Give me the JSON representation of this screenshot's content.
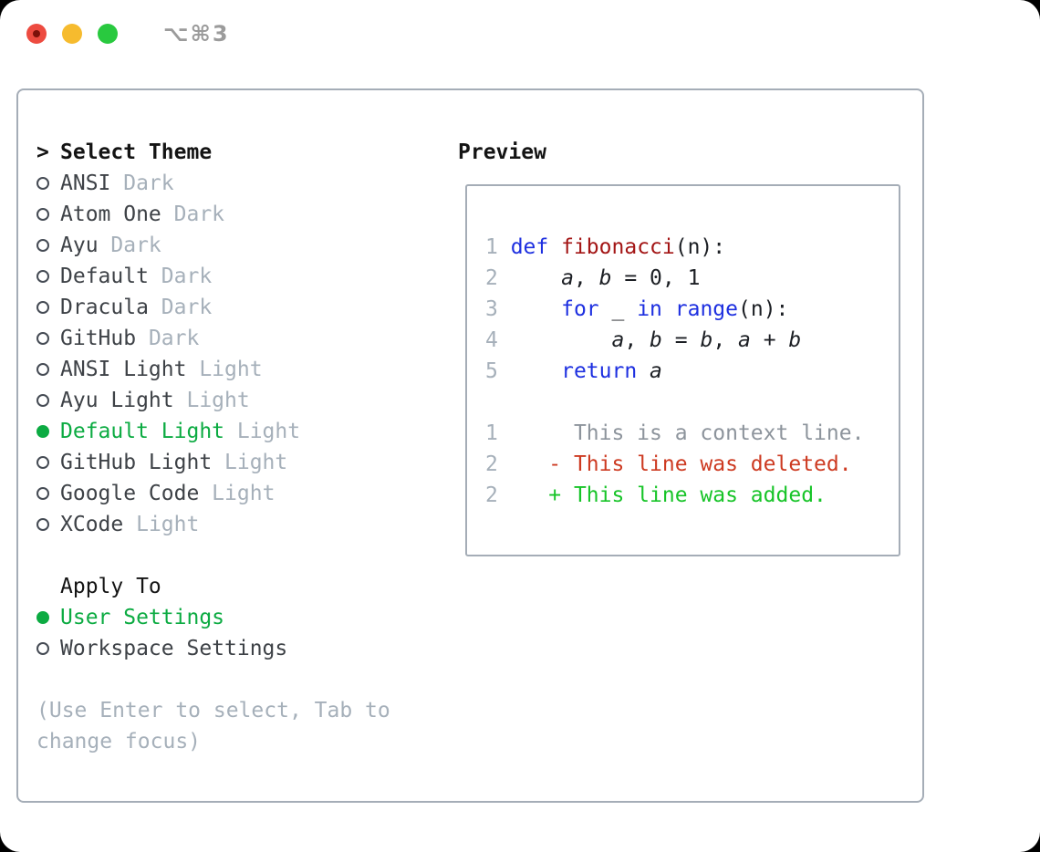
{
  "titlebar": {
    "shortcut": "⌥⌘3"
  },
  "colors": {
    "accent_green": "#0cab42",
    "diff_added_green": "#17c428",
    "diff_deleted_red": "#cd3a21",
    "keyword_blue": "#1d2fe0",
    "function_red": "#a31515",
    "muted_gray": "#a6b0ba",
    "context_gray": "#8d949c",
    "text_dark": "#3e4247",
    "heading_black": "#141414",
    "border_gray": "#a5adb7",
    "traffic_red": "#ed4b40",
    "traffic_yellow": "#f6bb2e",
    "traffic_green": "#29c93f",
    "shortcut_gray": "#9b9b9b"
  },
  "left": {
    "header": {
      "marker": ">",
      "label": "Select Theme"
    },
    "themes": [
      {
        "name": "ANSI",
        "tag": " Dark",
        "selected": false
      },
      {
        "name": "Atom One",
        "tag": " Dark",
        "selected": false
      },
      {
        "name": "Ayu",
        "tag": " Dark",
        "selected": false
      },
      {
        "name": "Default",
        "tag": " Dark",
        "selected": false
      },
      {
        "name": "Dracula",
        "tag": " Dark",
        "selected": false
      },
      {
        "name": "GitHub",
        "tag": " Dark",
        "selected": false
      },
      {
        "name": "ANSI Light",
        "tag": " Light",
        "selected": false
      },
      {
        "name": "Ayu Light",
        "tag": " Light",
        "selected": false
      },
      {
        "name": "Default Light",
        "tag": " Light",
        "selected": true
      },
      {
        "name": "GitHub Light",
        "tag": " Light",
        "selected": false
      },
      {
        "name": "Google Code",
        "tag": " Light",
        "selected": false
      },
      {
        "name": "XCode",
        "tag": " Light",
        "selected": false
      }
    ],
    "apply_to": {
      "label": "Apply To",
      "options": [
        {
          "name": "User Settings",
          "selected": true
        },
        {
          "name": "Workspace Settings",
          "selected": false
        }
      ]
    },
    "help": [
      "(Use Enter to select, Tab to",
      "change focus)"
    ]
  },
  "preview": {
    "label": "Preview",
    "lines": [
      {
        "num": "1 ",
        "segments": [
          [
            "def",
            "kw"
          ],
          [
            " ",
            "pl"
          ],
          [
            "fibonacci",
            "fn"
          ],
          [
            "(n):",
            "pl"
          ]
        ]
      },
      {
        "num": "2 ",
        "segments": [
          [
            "    ",
            "pl"
          ],
          [
            "a",
            "var"
          ],
          [
            ", ",
            "pl"
          ],
          [
            "b",
            "var"
          ],
          [
            " = 0, 1",
            "pl"
          ]
        ]
      },
      {
        "num": "3 ",
        "segments": [
          [
            "    ",
            "pl"
          ],
          [
            "for",
            "kw"
          ],
          [
            " _ ",
            "pl"
          ],
          [
            "in",
            "kw"
          ],
          [
            " ",
            "pl"
          ],
          [
            "range",
            "kw"
          ],
          [
            "(n):",
            "pl"
          ]
        ]
      },
      {
        "num": "4 ",
        "segments": [
          [
            "        ",
            "pl"
          ],
          [
            "a",
            "var"
          ],
          [
            ", ",
            "pl"
          ],
          [
            "b",
            "var"
          ],
          [
            " = ",
            "pl"
          ],
          [
            "b",
            "var"
          ],
          [
            ", ",
            "pl"
          ],
          [
            "a",
            "var"
          ],
          [
            " + ",
            "pl"
          ],
          [
            "b",
            "var"
          ]
        ]
      },
      {
        "num": "5 ",
        "segments": [
          [
            "    ",
            "pl"
          ],
          [
            "return",
            "kw"
          ],
          [
            " ",
            "pl"
          ],
          [
            "a",
            "var"
          ]
        ]
      },
      {
        "num": "  ",
        "segments": []
      },
      {
        "num": "1 ",
        "segments": [
          [
            "     This is a context line.",
            "ctx"
          ]
        ]
      },
      {
        "num": "2 ",
        "segments": [
          [
            "   - This line was deleted.",
            "del"
          ]
        ]
      },
      {
        "num": "2 ",
        "segments": [
          [
            "   + This line was added.",
            "add"
          ]
        ]
      }
    ]
  }
}
